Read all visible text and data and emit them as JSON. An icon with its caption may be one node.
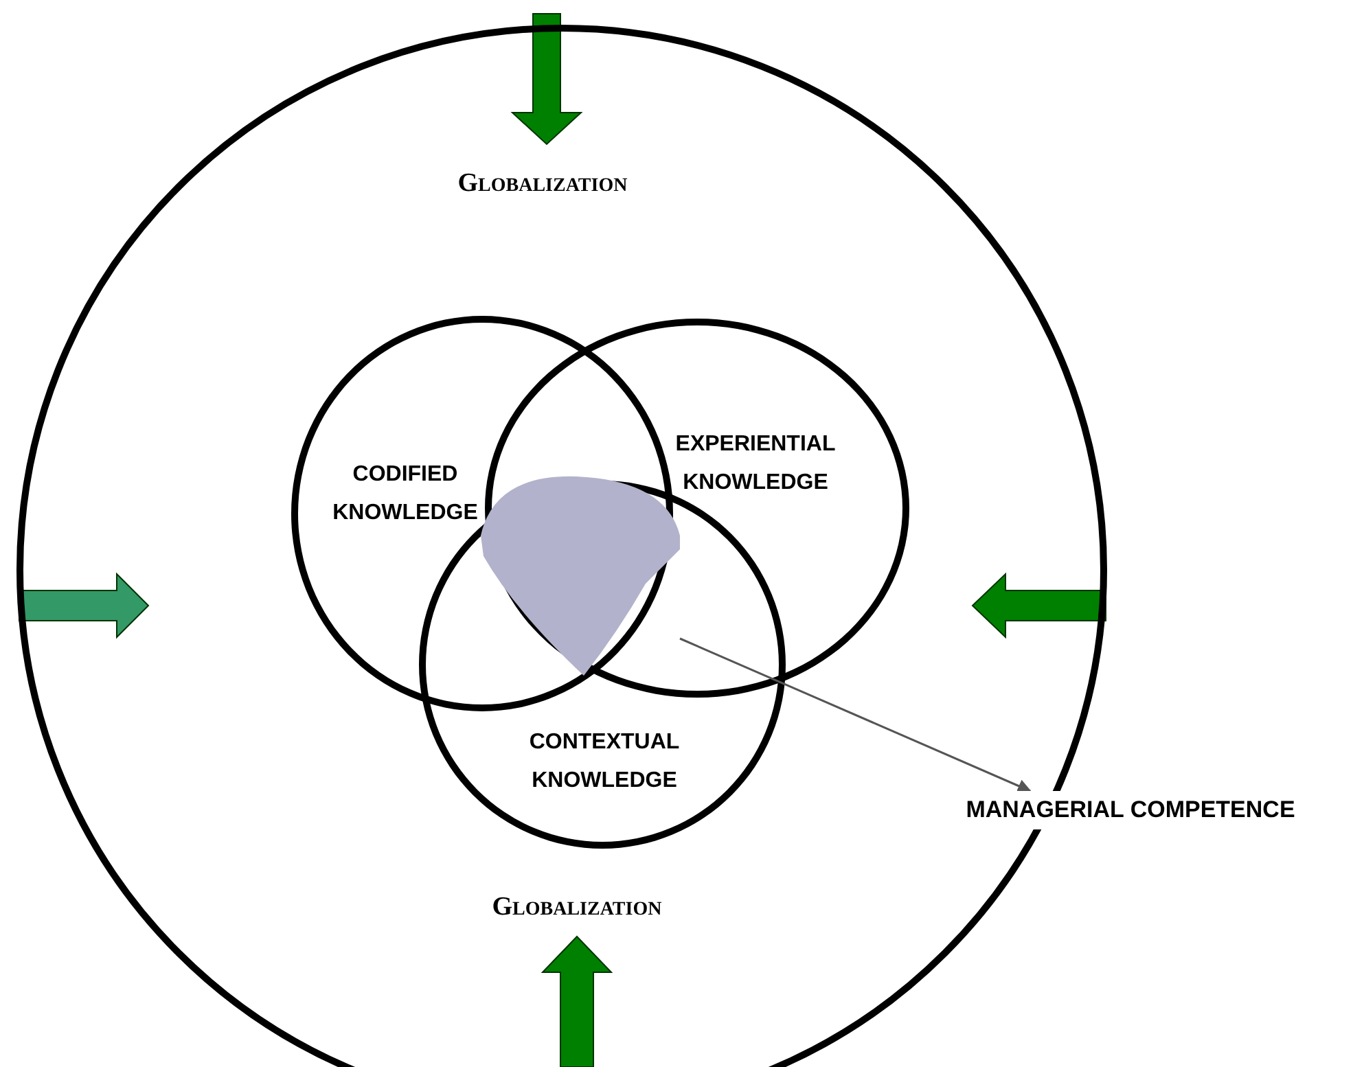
{
  "diagram": {
    "nodes": [
      {
        "text": [
          "GLOBALIZATION",
          "GLOBALIZATION"
        ]
      },
      {
        "text": [
          "CODIFIED KNOWLEDGE"
        ],
        "in": 0
      },
      {
        "text": [
          "EXPERIENTIAL KNOWLEDGE"
        ],
        "in": 0
      },
      {
        "text": [
          "CONTEXTUAL KNOWLEDGE"
        ],
        "in": 0
      },
      {
        "text": [],
        "shape": "blob"
      },
      {
        "text": [
          "MANAGERIAL COMPETENCE"
        ]
      }
    ],
    "edges": [
      {
        "from": 4,
        "to": 5,
        "arrow": "to"
      }
    ]
  }
}
